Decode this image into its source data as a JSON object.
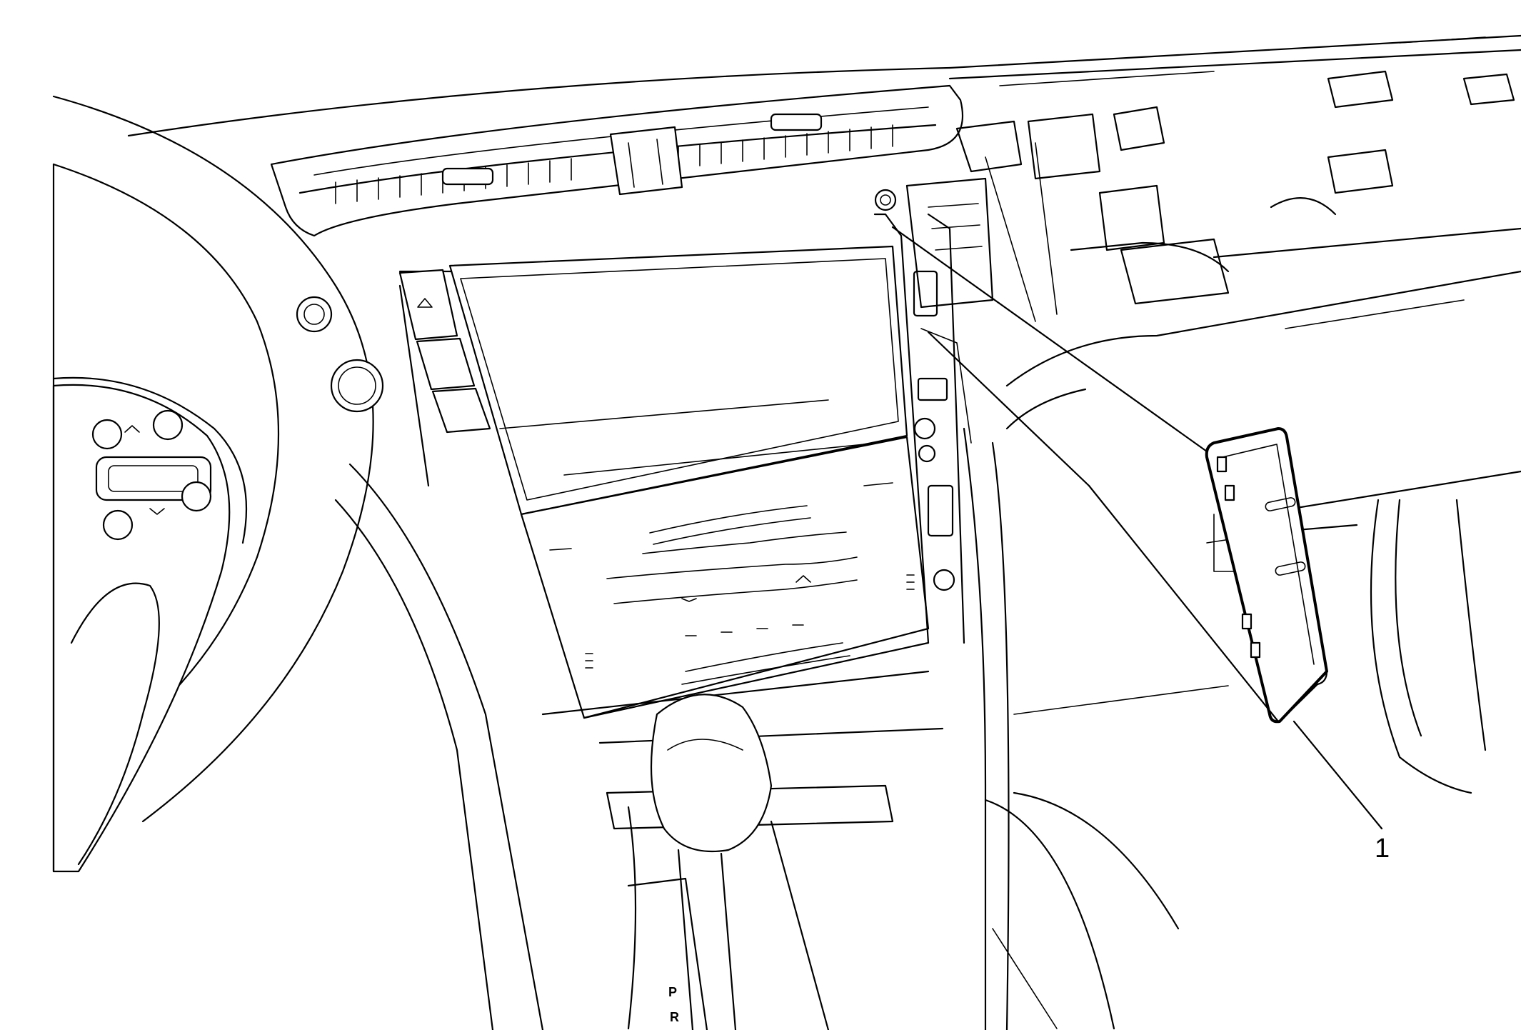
{
  "diagram": {
    "callouts": [
      {
        "label": "1"
      }
    ],
    "shifter_letters": [
      "P",
      "R"
    ]
  }
}
